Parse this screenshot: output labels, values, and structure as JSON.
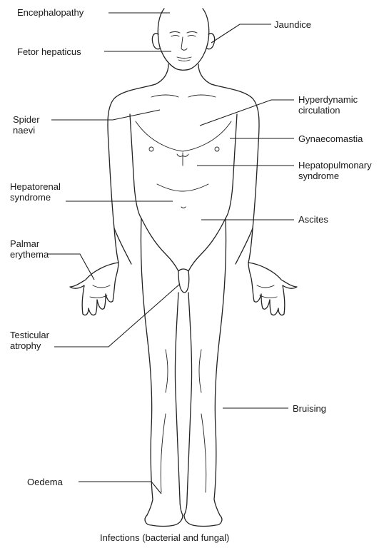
{
  "labels": {
    "encephalopathy": "Encephalopathy",
    "fetor_hepaticus": "Fetor hepaticus",
    "jaundice": "Jaundice",
    "spider_naevi": "Spider\nnaevi",
    "hyperdynamic_circulation": "Hyperdynamic\ncirculation",
    "gynaecomastia": "Gynaecomastia",
    "hepatopulmonary_syndrome": "Hepatopulmonary\nsyndrome",
    "hepatorenal_syndrome": "Hepatorenal\nsyndrome",
    "ascites": "Ascites",
    "palmar_erythema": "Palmar\nerythema",
    "testicular_atrophy": "Testicular\natrophy",
    "bruising": "Bruising",
    "oedema": "Oedema",
    "infections": "Infections (bacterial and fungal)"
  },
  "colors": {
    "ink": "#1a1a1a",
    "background": "#ffffff"
  }
}
